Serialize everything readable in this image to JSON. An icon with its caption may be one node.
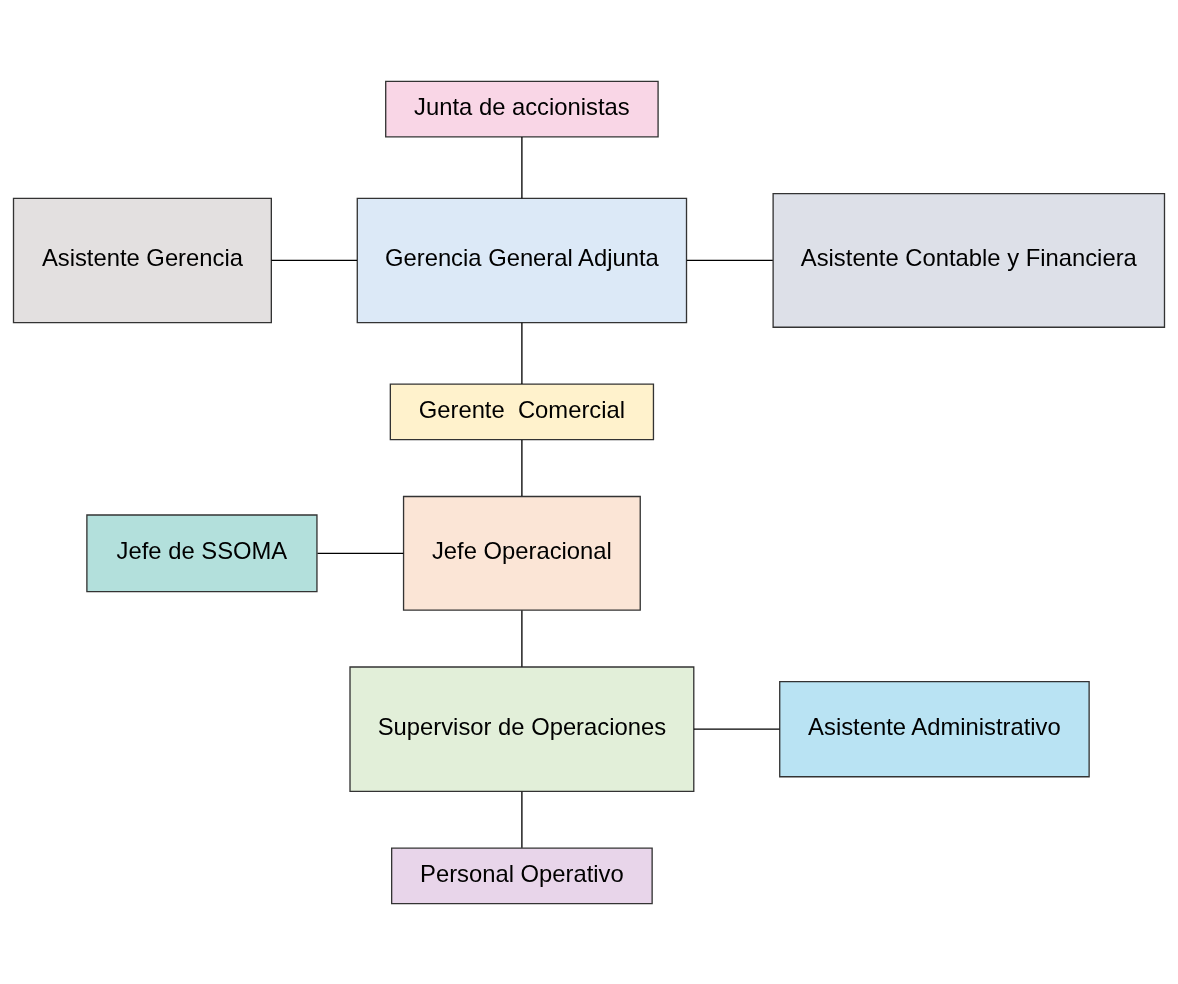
{
  "diagram": {
    "nodes": [
      {
        "text": [
          "Junta de accionistas"
        ]
      },
      {
        "text": [
          "Asistente Gerencia"
        ]
      },
      {
        "text": [
          "Gerencia General Adjunta"
        ]
      },
      {
        "text": [
          "Asistente Contable y Financiera"
        ]
      },
      {
        "text": [
          "Gerente  Comercial"
        ]
      },
      {
        "text": [
          "Jefe de SSOMA"
        ]
      },
      {
        "text": [
          "Jefe Operacional"
        ]
      },
      {
        "text": [
          "Supervisor de Operaciones"
        ]
      },
      {
        "text": [
          "Asistente Administrativo"
        ]
      },
      {
        "text": [
          "Personal Operativo"
        ]
      }
    ],
    "edges": [
      {
        "from": 0,
        "to": 2,
        "arrow": "none"
      },
      {
        "from": 1,
        "to": 2,
        "arrow": "none"
      },
      {
        "from": 2,
        "to": 3,
        "arrow": "none"
      },
      {
        "from": 2,
        "to": 4,
        "arrow": "none"
      },
      {
        "from": 4,
        "to": 6,
        "arrow": "none"
      },
      {
        "from": 5,
        "to": 6,
        "arrow": "none"
      },
      {
        "from": 6,
        "to": 7,
        "arrow": "none"
      },
      {
        "from": 7,
        "to": 8,
        "arrow": "none"
      },
      {
        "from": 7,
        "to": 9,
        "arrow": "none"
      }
    ]
  }
}
